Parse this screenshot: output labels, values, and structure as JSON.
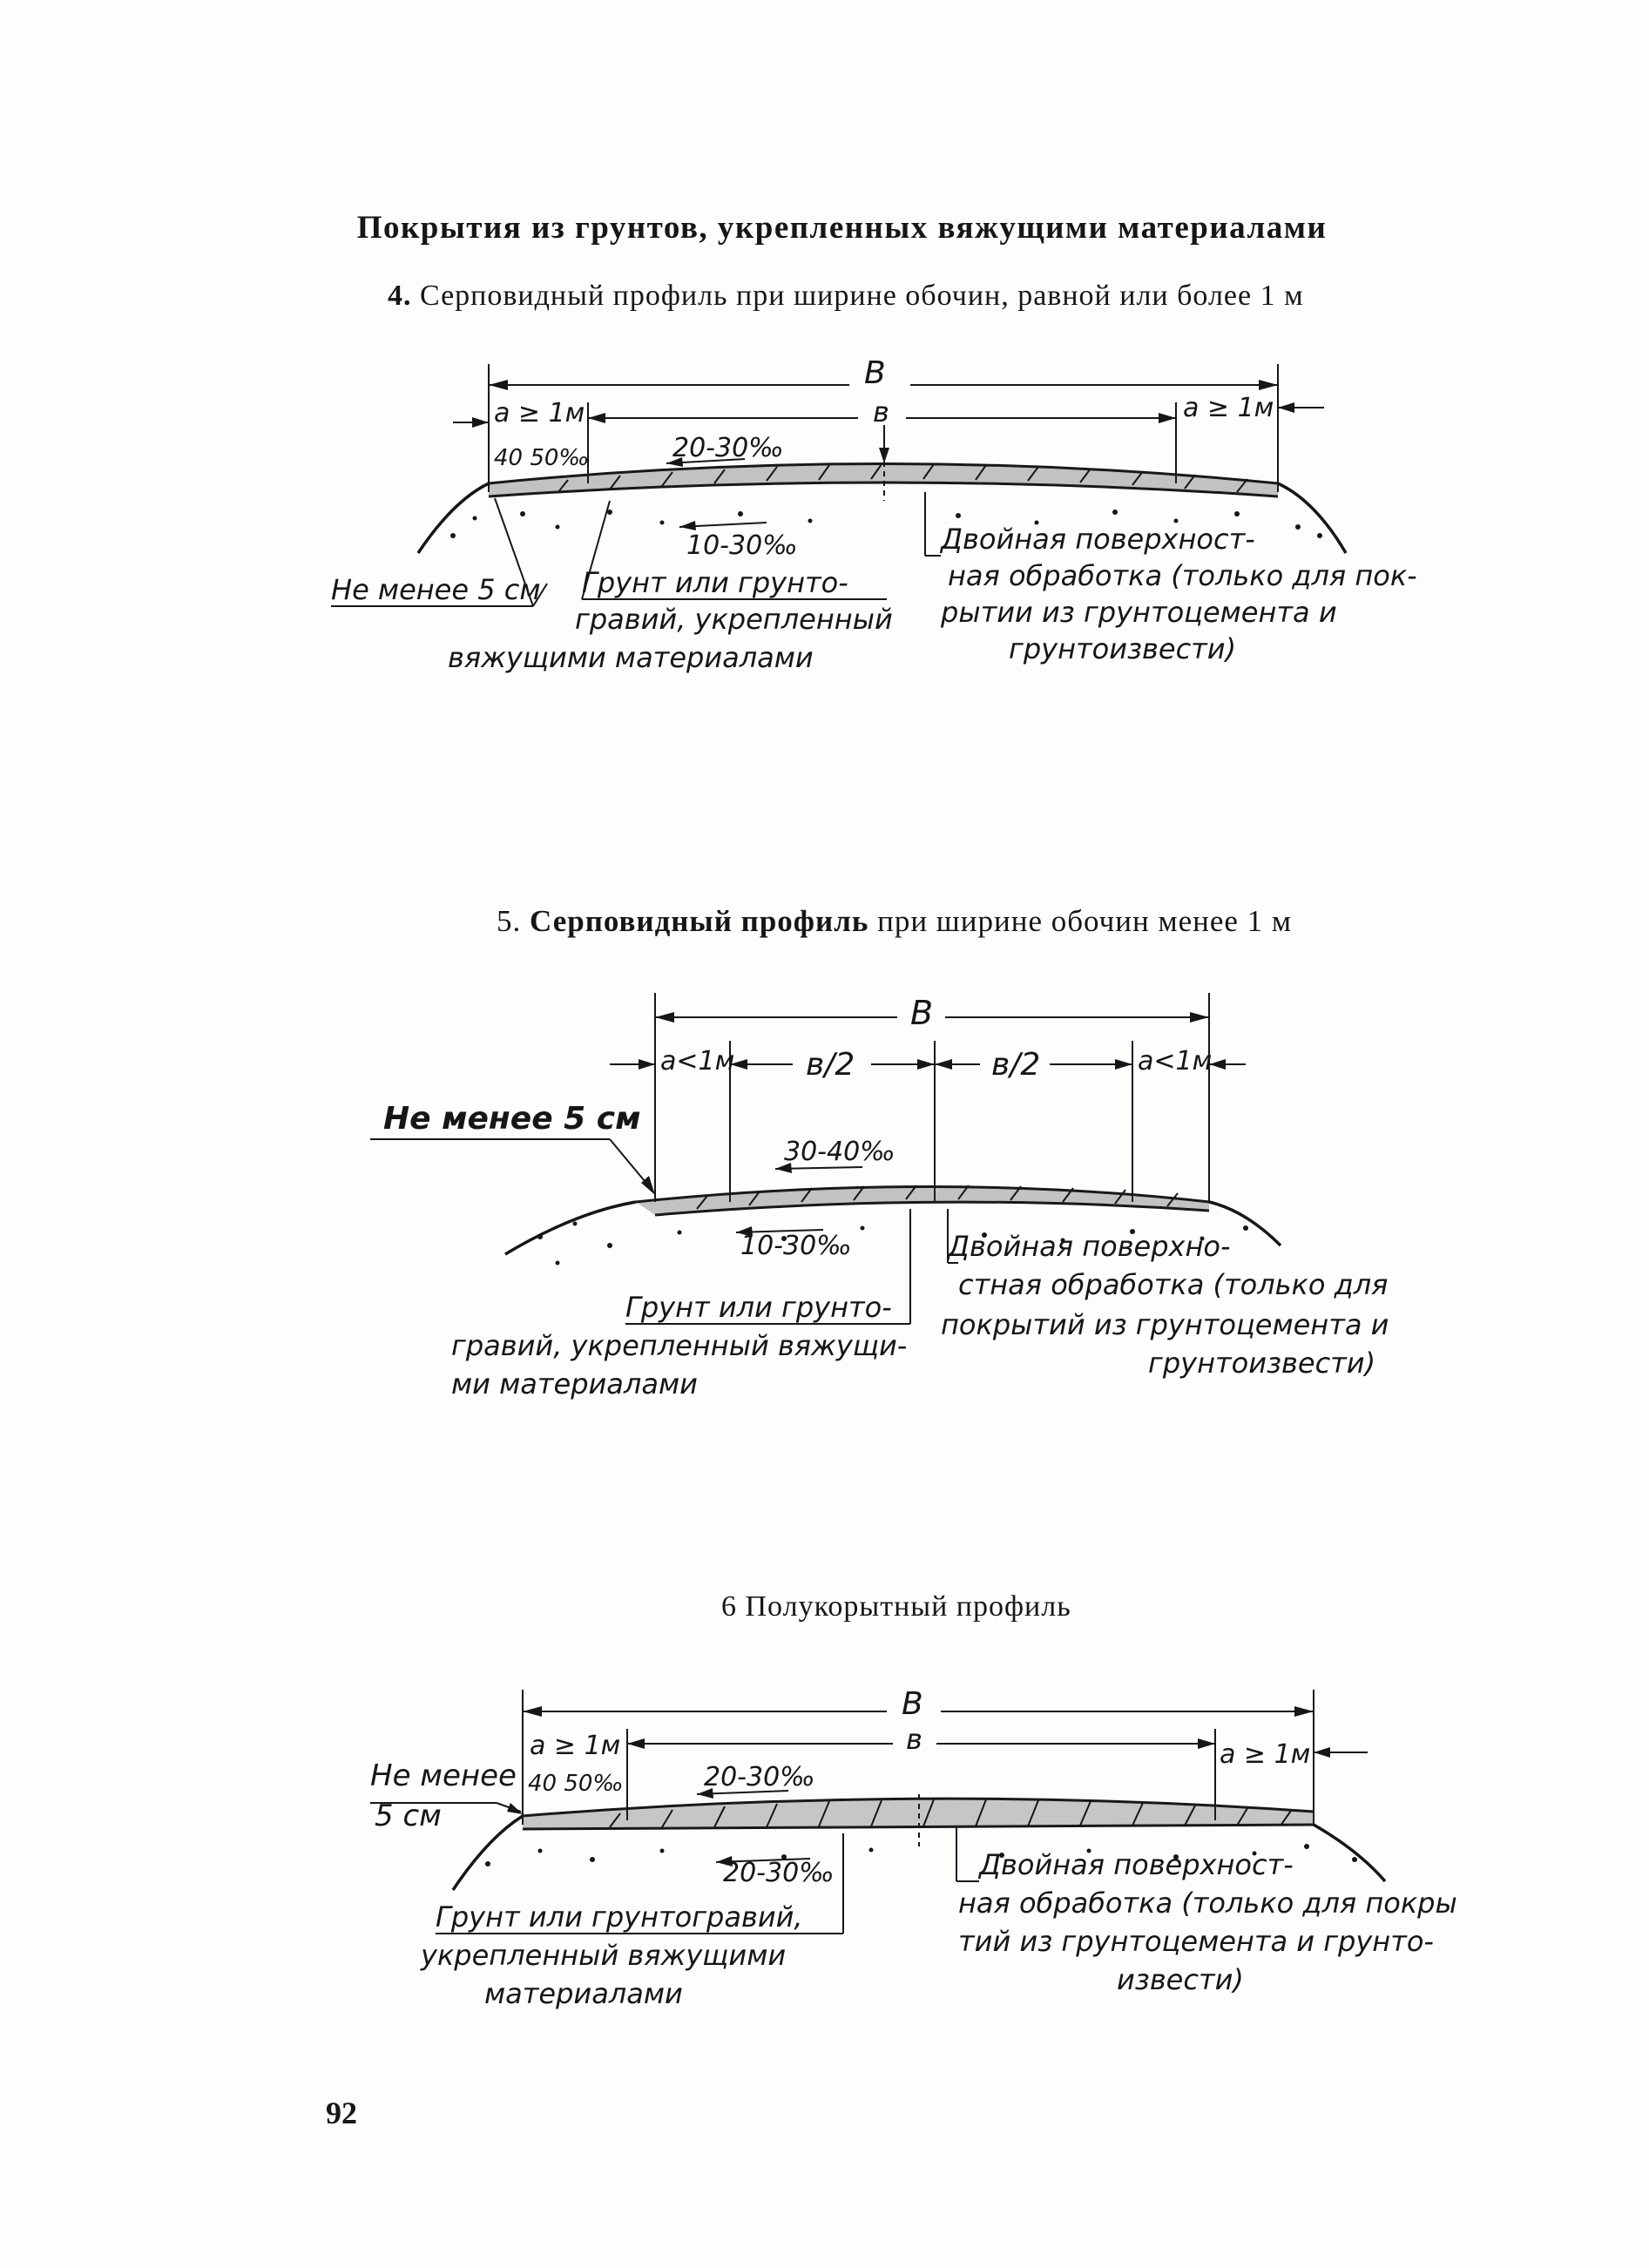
{
  "header": {
    "section_title": "Покрытия из грунтов, укрепленных вяжущими материалами"
  },
  "figures": [
    {
      "caption_num": "4.",
      "caption_text": "Серповидный профиль при ширине обочин, равной или более 1 м",
      "labels": {
        "total_width": "В",
        "carriageway": "в",
        "shoulder_left": "а ≥ 1м",
        "shoulder_right": "а ≥ 1м",
        "shoulder_slope": "40 50‰",
        "top_slope": "20-30‰",
        "base_slope": "10-30‰",
        "min_thickness": "Не менее 5 см",
        "material": [
          "Грунт или грунто-",
          "гравий, укрепленный",
          "вяжущими материалами"
        ],
        "treatment": [
          "Двойная поверхност-",
          "ная обработка (только для пок-",
          "рытии из грунтоцемента и",
          "грунтоизвести)"
        ]
      }
    },
    {
      "caption_num": "5.",
      "caption_bold": "Серповидный профиль",
      "caption_text": "при ширине обочин менее 1 м",
      "labels": {
        "total_width": "В",
        "half_left": "в/2",
        "half_right": "в/2",
        "shoulder_left": "а<1м",
        "shoulder_right": "а<1м",
        "top_slope": "30-40‰",
        "base_slope": "10-30‰",
        "min_thickness": "Не менее 5 см",
        "material": [
          "Грунт или грунто-",
          "гравий, укрепленный вяжущи-",
          "ми материалами"
        ],
        "treatment": [
          "Двойная поверхно-",
          "стная обработка (только для",
          "покрытий из грунтоцемента и",
          "грунтоизвести)"
        ]
      }
    },
    {
      "caption_num": "6",
      "caption_text": "Полукорытный профиль",
      "labels": {
        "total_width": "В",
        "carriageway": "в",
        "shoulder_left": "а ≥ 1м",
        "shoulder_right": "а ≥ 1м",
        "shoulder_slope": "40 50‰",
        "top_slope": "20-30‰",
        "base_slope": "20-30‰",
        "min_thickness": [
          "Не менее",
          "5 см"
        ],
        "material": [
          "Грунт или грунтогравий,",
          "укрепленный вяжущими",
          "материалами"
        ],
        "treatment": [
          "Двойная поверхност-",
          "ная обработка (только для покры",
          "тий из грунтоцемента и грунто-",
          "извести)"
        ]
      }
    }
  ],
  "page_number": "92"
}
